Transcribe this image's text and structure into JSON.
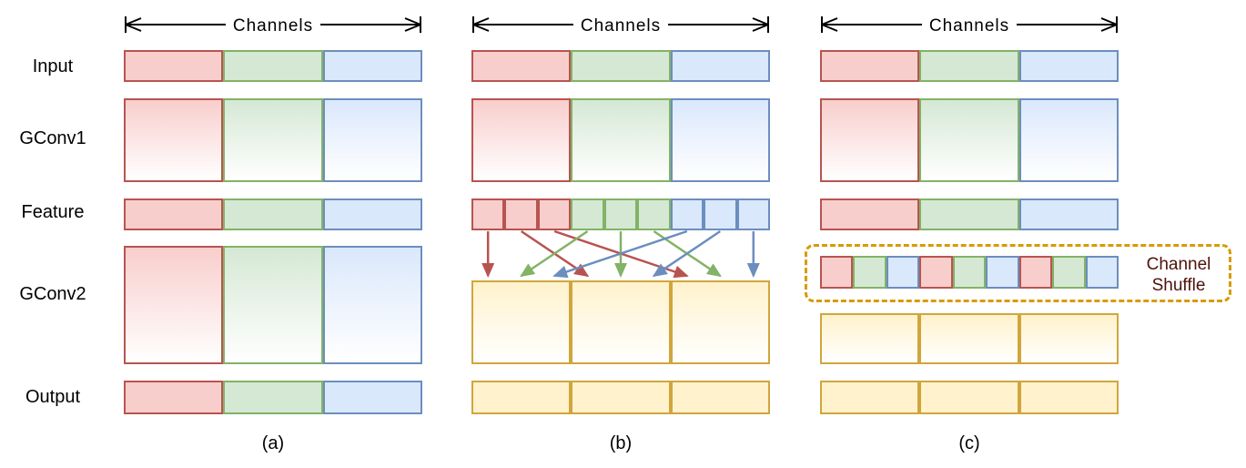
{
  "labels": {
    "rows": [
      "Input",
      "GConv1",
      "Feature",
      "GConv2",
      "Output"
    ],
    "channels": "Channels",
    "captions": [
      "(a)",
      "(b)",
      "(c)"
    ],
    "channel_shuffle": "Channel Shuffle"
  },
  "colors": {
    "red_fill": "#F8CECC",
    "red_stroke": "#B85450",
    "green_fill": "#D5E8D4",
    "green_stroke": "#82B366",
    "blue_fill": "#DAE8FC",
    "blue_stroke": "#6C8EBF",
    "yellow_fill": "#FFF2CC",
    "yellow_stroke": "#D0A63C",
    "shuffle_border": "#D79B00",
    "shuffle_text": "#4D120A"
  },
  "structure": {
    "rgb3": [
      "red",
      "green",
      "blue"
    ],
    "yellow3": [
      "yellow",
      "yellow",
      "yellow"
    ],
    "feature_cells_b": [
      "red",
      "red",
      "red",
      "green",
      "green",
      "green",
      "blue",
      "blue",
      "blue"
    ],
    "shuffle_cells_c": [
      "red",
      "green",
      "blue",
      "red",
      "green",
      "blue",
      "red",
      "green",
      "blue"
    ],
    "arrows_b": [
      {
        "color": "red",
        "from": 0,
        "to_group": 0
      },
      {
        "color": "red",
        "from": 1,
        "to_group": 1
      },
      {
        "color": "red",
        "from": 2,
        "to_group": 2
      },
      {
        "color": "green",
        "from": 3,
        "to_group": 0
      },
      {
        "color": "green",
        "from": 4,
        "to_group": 1
      },
      {
        "color": "green",
        "from": 5,
        "to_group": 2
      },
      {
        "color": "blue",
        "from": 6,
        "to_group": 0
      },
      {
        "color": "blue",
        "from": 7,
        "to_group": 1
      },
      {
        "color": "blue",
        "from": 8,
        "to_group": 2
      }
    ]
  }
}
